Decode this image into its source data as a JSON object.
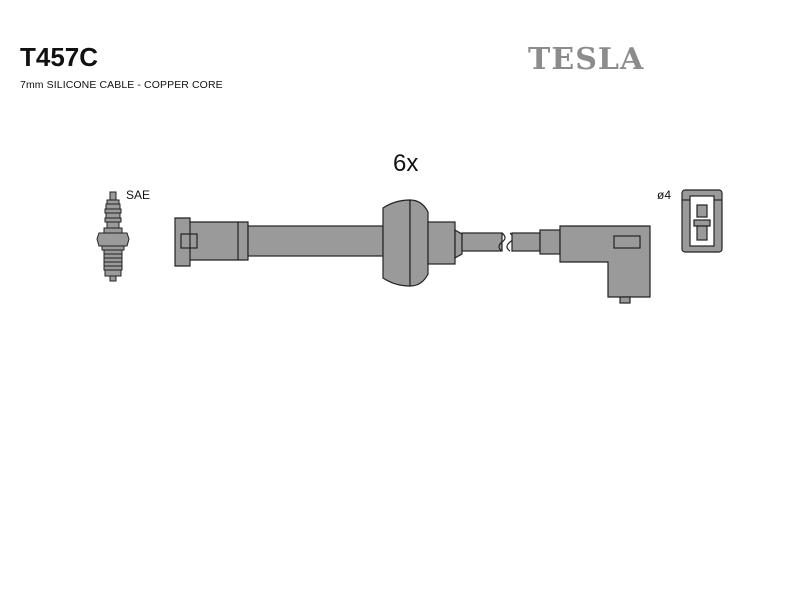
{
  "header": {
    "part_number": "T457C",
    "description": "7mm SILICONE CABLE - COPPER CORE",
    "brand": "TESLA"
  },
  "diagram": {
    "quantity_label": "6x",
    "plug_label": "SAE",
    "terminal_label": "ø4"
  },
  "colors": {
    "line": "#222222",
    "part_fill": "#9a9a9a",
    "boot_fill": "#8f8f8f",
    "brand": "#8c8c8c"
  }
}
